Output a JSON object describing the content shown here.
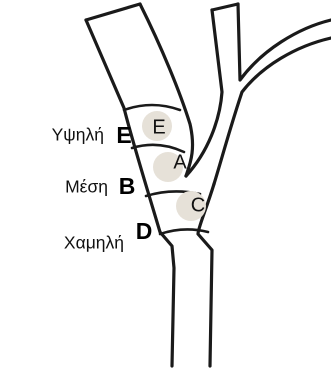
{
  "zones": {
    "upper": {
      "inner_letter": "E",
      "side_letter": "E",
      "level_label": "Υψηλή"
    },
    "middle": {
      "inner_letter": "A",
      "side_letter": "B",
      "level_label": "Μέση"
    },
    "lower": {
      "inner_letter": "C",
      "side_letter": "D",
      "level_label": "Χαμηλή"
    }
  },
  "colors": {
    "outline": "#1a1a1a",
    "circle_fill": "#e6e1d8",
    "background": "#ffffff"
  }
}
